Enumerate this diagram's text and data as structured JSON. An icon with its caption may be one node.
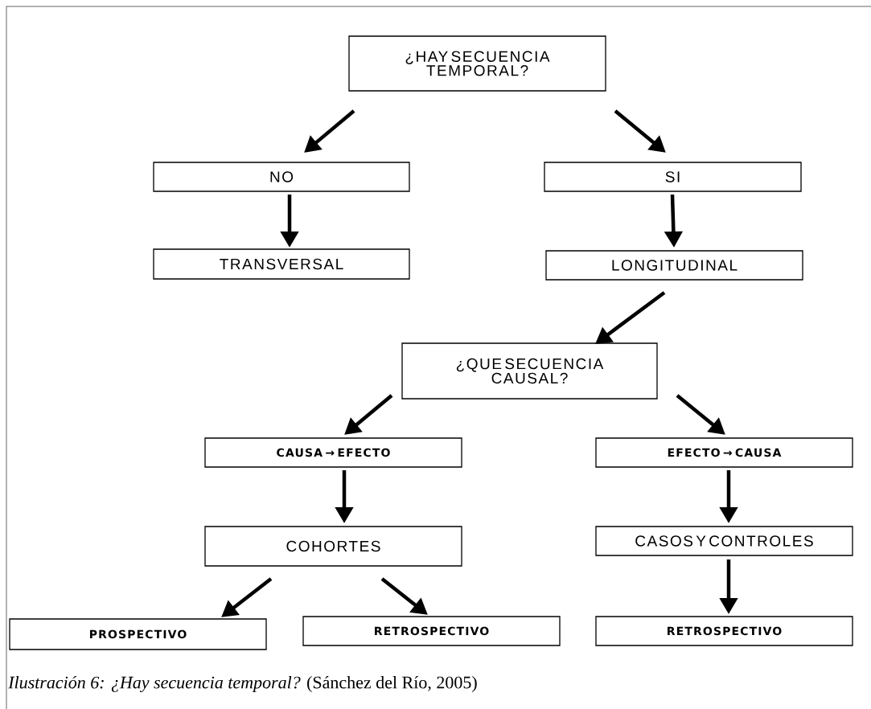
{
  "diagram": {
    "caption": "*Ilustración 6: ¿Hay secuencia temporal?* (Sánchez del Río, 2005)",
    "nodes": [
      {
        "text": [
          "¿HAY SECUENCIA TEMPORAL?"
        ]
      },
      {
        "text": [
          "NO"
        ]
      },
      {
        "text": [
          "SI"
        ]
      },
      {
        "text": [
          "TRANSVERSAL"
        ]
      },
      {
        "text": [
          "LONGITUDINAL"
        ]
      },
      {
        "text": [
          "¿QUE SECUENCIA CAUSAL?"
        ]
      },
      {
        "text": [
          "CAUSA → EFECTO"
        ]
      },
      {
        "text": [
          "EFECTO → CAUSA"
        ]
      },
      {
        "text": [
          "COHORTES"
        ]
      },
      {
        "text": [
          "CASOS Y CONTROLES"
        ]
      },
      {
        "text": [
          "PROSPECTIVO"
        ]
      },
      {
        "text": [
          "RETROSPECTIVO"
        ]
      },
      {
        "text": [
          "RETROSPECTIVO"
        ]
      }
    ],
    "edges": [
      {
        "from": 0,
        "to": 1,
        "arrow": "to"
      },
      {
        "from": 0,
        "to": 2,
        "arrow": "to"
      },
      {
        "from": 1,
        "to": 3,
        "arrow": "to"
      },
      {
        "from": 2,
        "to": 4,
        "arrow": "to"
      },
      {
        "from": 4,
        "to": 5,
        "arrow": "to"
      },
      {
        "from": 5,
        "to": 6,
        "arrow": "to"
      },
      {
        "from": 5,
        "to": 7,
        "arrow": "to"
      },
      {
        "from": 6,
        "to": 8,
        "arrow": "to"
      },
      {
        "from": 7,
        "to": 9,
        "arrow": "to"
      },
      {
        "from": 8,
        "to": 10,
        "arrow": "to"
      },
      {
        "from": 8,
        "to": 11,
        "arrow": "to"
      },
      {
        "from": 9,
        "to": 12,
        "arrow": "to"
      }
    ]
  }
}
